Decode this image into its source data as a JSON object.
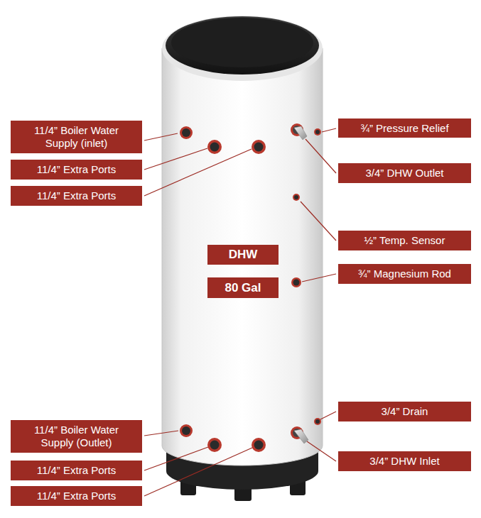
{
  "diagram": {
    "nodes": [
      {
        "text": [
          "11/4” Boiler Water Supply (inlet)"
        ]
      },
      {
        "text": [
          "¾” Pressure Relief"
        ]
      },
      {
        "text": [
          "11/4” Extra Ports"
        ]
      },
      {
        "text": [
          "3/4” DHW Outlet"
        ]
      },
      {
        "text": [
          "11/4” Extra Ports"
        ]
      },
      {
        "text": [
          "½” Temp. Sensor"
        ]
      },
      {
        "text": [
          "DHW"
        ]
      },
      {
        "text": [
          "¾” Magnesium Rod"
        ]
      },
      {
        "text": [
          "80 Gal"
        ]
      },
      {
        "text": [
          "3/4” Drain"
        ]
      },
      {
        "text": [
          "11/4” Boiler Water Supply (Outlet)"
        ]
      },
      {
        "text": [
          "3/4” DHW Inlet"
        ]
      },
      {
        "text": [
          "11/4” Extra Ports"
        ]
      },
      {
        "text": [
          "11/4” Extra Ports"
        ]
      }
    ]
  }
}
